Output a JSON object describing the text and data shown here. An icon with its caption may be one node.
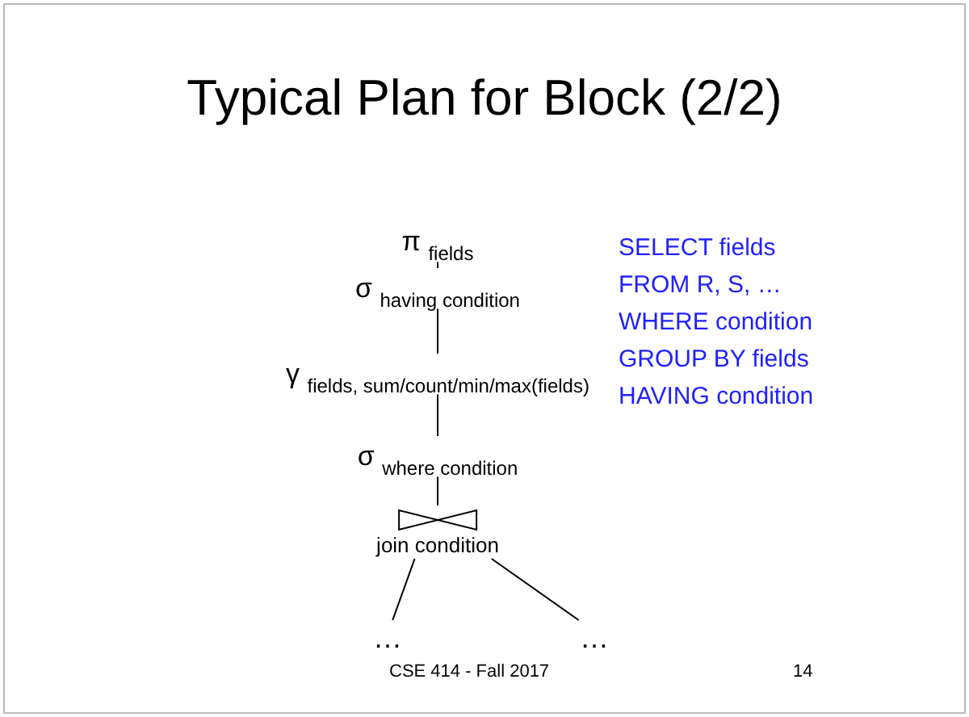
{
  "diagram": {
    "title": "Typical Plan for Block (2/2)",
    "nodes": [
      {
        "text": [
          "π $_{fields}$"
        ]
      },
      {
        "text": [
          "σ $_{having condition}$"
        ]
      },
      {
        "text": [
          "γ $_{fields, sum/count/min/max(fields)}$"
        ]
      },
      {
        "text": [
          "σ $_{where condition}$"
        ]
      },
      {
        "text": [
          "join condition"
        ]
      },
      {
        "text": [
          "…"
        ]
      },
      {
        "text": [
          "…"
        ]
      }
    ],
    "edges": [
      {
        "from": 0,
        "to": 1,
        "arrow": "none"
      },
      {
        "from": 1,
        "to": 2,
        "arrow": "none"
      },
      {
        "from": 2,
        "to": 3,
        "arrow": "none"
      },
      {
        "from": 3,
        "to": 4,
        "arrow": "none"
      },
      {
        "from": 4,
        "to": 5,
        "arrow": "none"
      },
      {
        "from": 4,
        "to": 6,
        "arrow": "none"
      }
    ],
    "labels": [
      "SELECT fields",
      "FROM R, S, …",
      "WHERE condition",
      "GROUP BY fields",
      "HAVING condition",
      "CSE 414 - Fall 2017",
      "14"
    ]
  }
}
